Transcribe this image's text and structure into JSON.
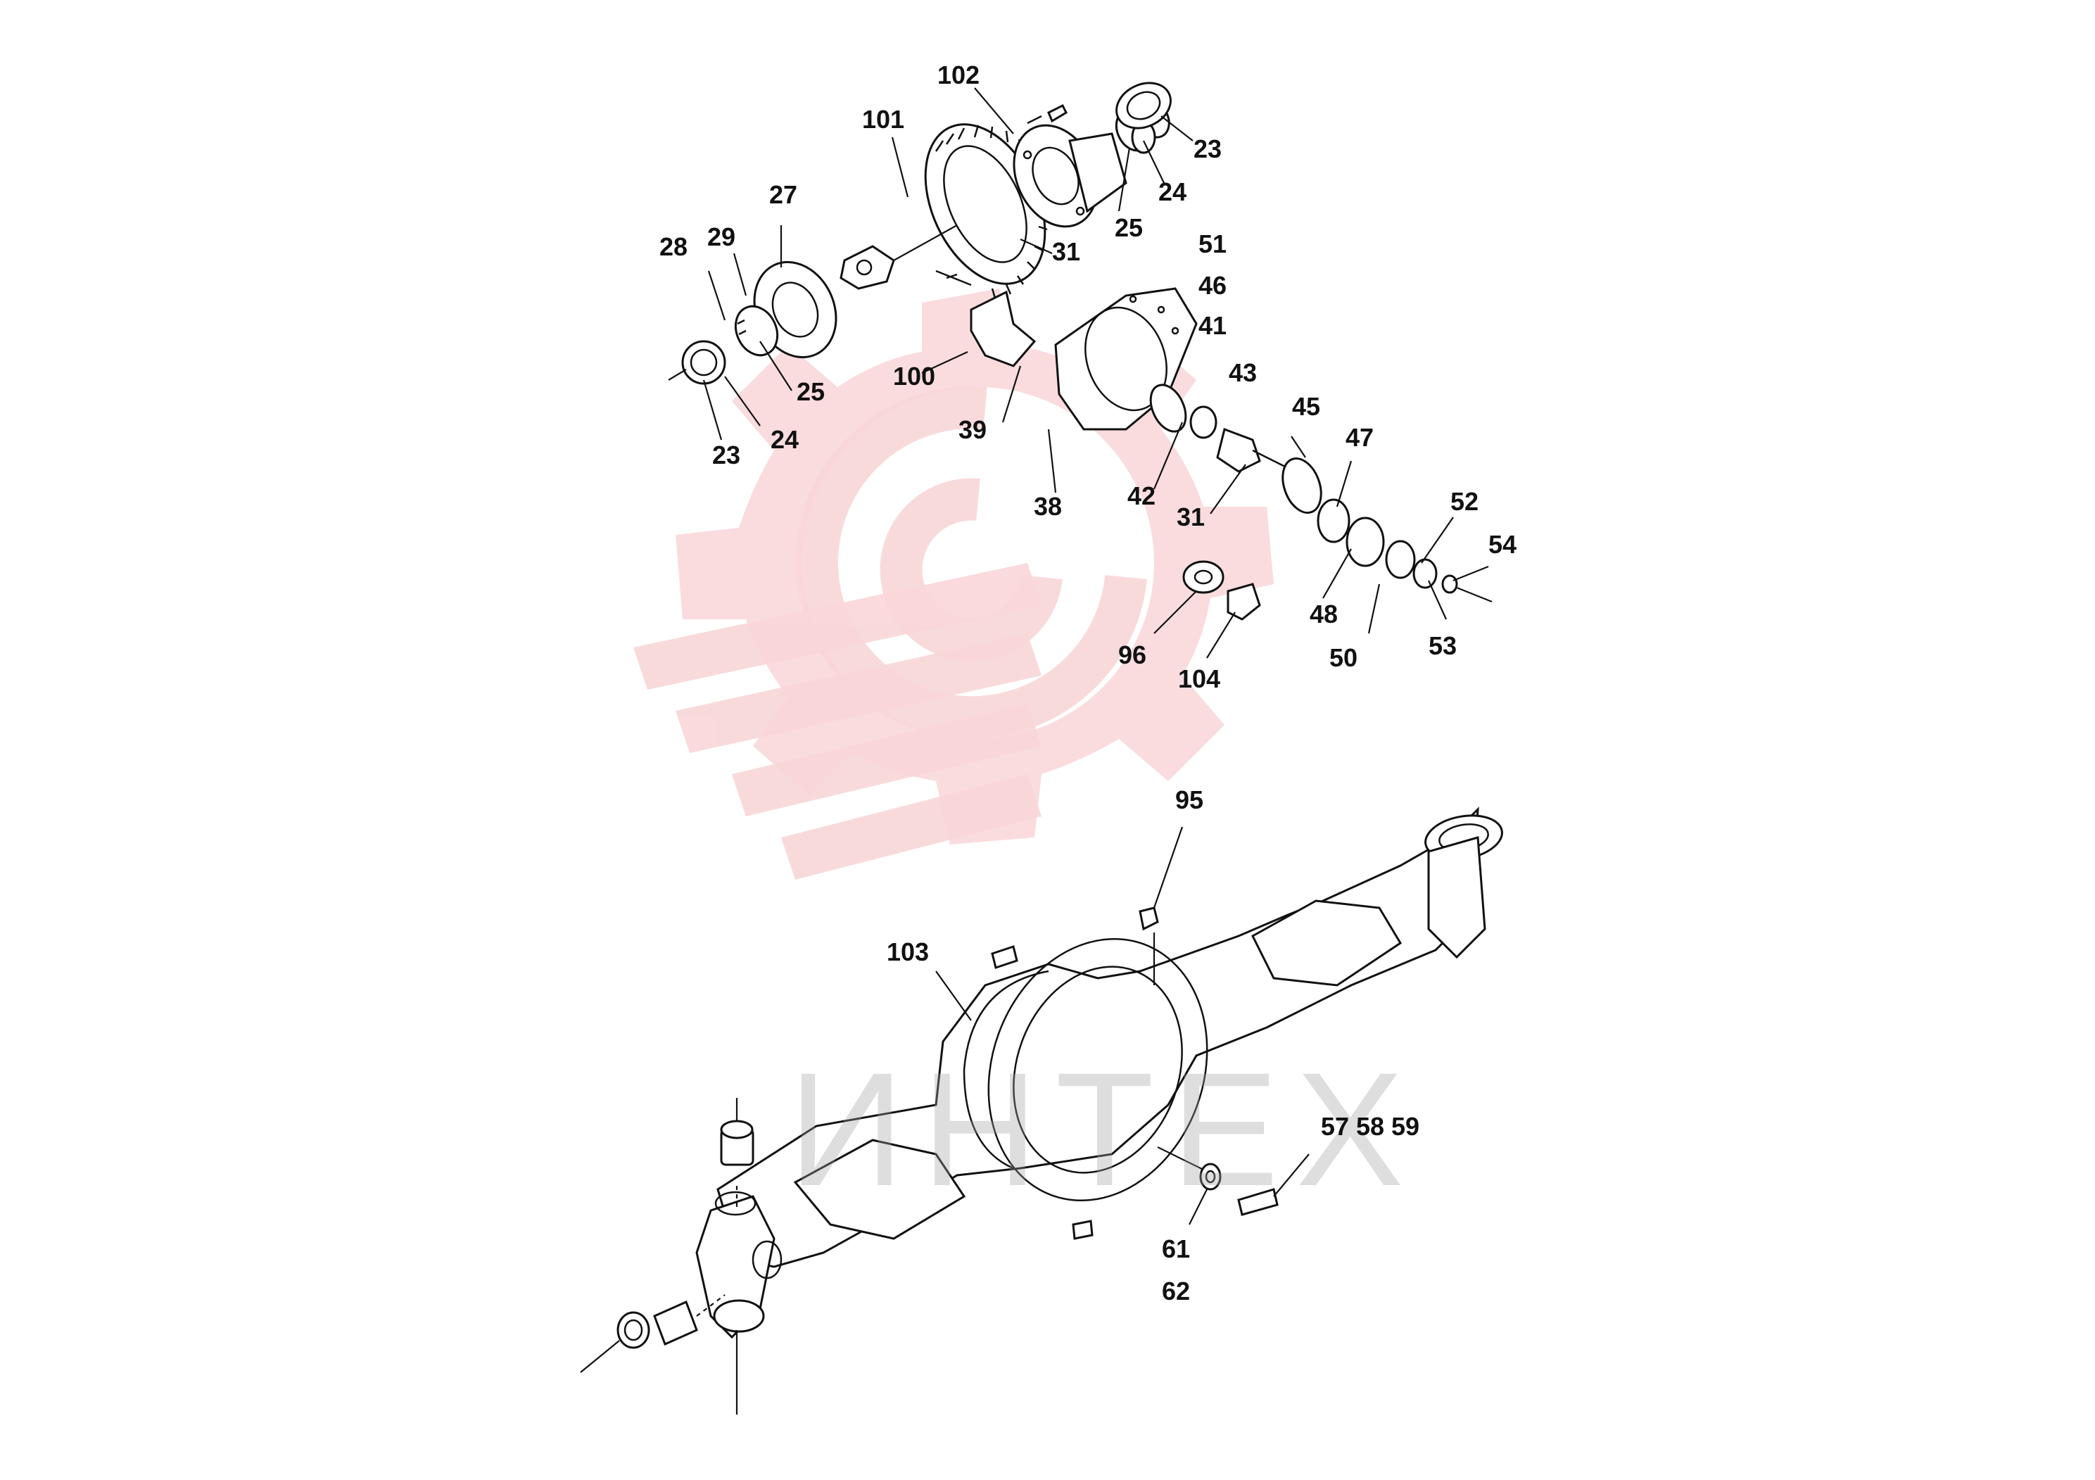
{
  "watermark": {
    "text": "ИНТЕХ",
    "color": "#f6b9bc"
  },
  "labels": {
    "l102": "102",
    "l101": "101",
    "l23a": "23",
    "l24a": "24",
    "l25a": "25",
    "l27": "27",
    "l28": "28",
    "l29": "29",
    "l31a": "31",
    "l51": "51",
    "l46": "46",
    "l41": "41",
    "l43": "43",
    "l100": "100",
    "l39": "39",
    "l25b": "25",
    "l23b": "23",
    "l24b": "24",
    "l38": "38",
    "l42": "42",
    "l31b": "31",
    "l45": "45",
    "l47": "47",
    "l52": "52",
    "l54": "54",
    "l96": "96",
    "l104": "104",
    "l48": "48",
    "l50": "50",
    "l53": "53",
    "l95": "95",
    "l103": "103",
    "l575859": "57 58 59",
    "l61": "61",
    "l62": "62"
  }
}
